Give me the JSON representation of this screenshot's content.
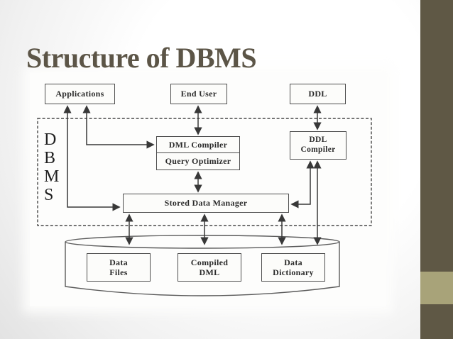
{
  "slide": {
    "title": "Structure of DBMS"
  },
  "colors": {
    "accent_bar_dark": "#5f5845",
    "accent_bar_light": "#a8a379",
    "title_text": "#5c5547",
    "diagram_line": "#383838"
  },
  "diagram": {
    "dbms_boundary_label": "D\nB\nM\nS",
    "boxes": {
      "applications": "Applications",
      "end_user": "End User",
      "ddl": "DDL",
      "dml_compiler": "DML Compiler",
      "query_optimizer": "Query Optimizer",
      "ddl_compiler": "DDL\nCompiler",
      "stored_data_manager": "Stored Data Manager",
      "data_files": "Data\nFiles",
      "compiled_dml": "Compiled\nDML",
      "data_dictionary": "Data\nDictionary"
    }
  }
}
